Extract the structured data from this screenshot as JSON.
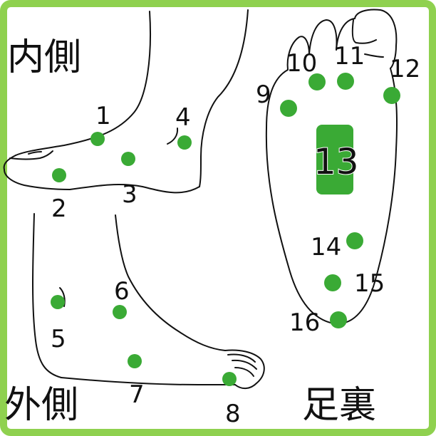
{
  "colors": {
    "frame": "#8fd14f",
    "point": "#3aaa35",
    "outline": "#111111",
    "background": "#ffffff"
  },
  "regions": {
    "inner_side": "内側",
    "outer_side": "外側",
    "sole": "足裏"
  },
  "points": [
    {
      "id": 1,
      "label": "1"
    },
    {
      "id": 2,
      "label": "2"
    },
    {
      "id": 3,
      "label": "3"
    },
    {
      "id": 4,
      "label": "4"
    },
    {
      "id": 5,
      "label": "5"
    },
    {
      "id": 6,
      "label": "6"
    },
    {
      "id": 7,
      "label": "7"
    },
    {
      "id": 8,
      "label": "8"
    },
    {
      "id": 9,
      "label": "9"
    },
    {
      "id": 10,
      "label": "10"
    },
    {
      "id": 11,
      "label": "11"
    },
    {
      "id": 12,
      "label": "12"
    },
    {
      "id": 13,
      "label": "13"
    },
    {
      "id": 14,
      "label": "14"
    },
    {
      "id": 15,
      "label": "15"
    },
    {
      "id": 16,
      "label": "16"
    }
  ]
}
